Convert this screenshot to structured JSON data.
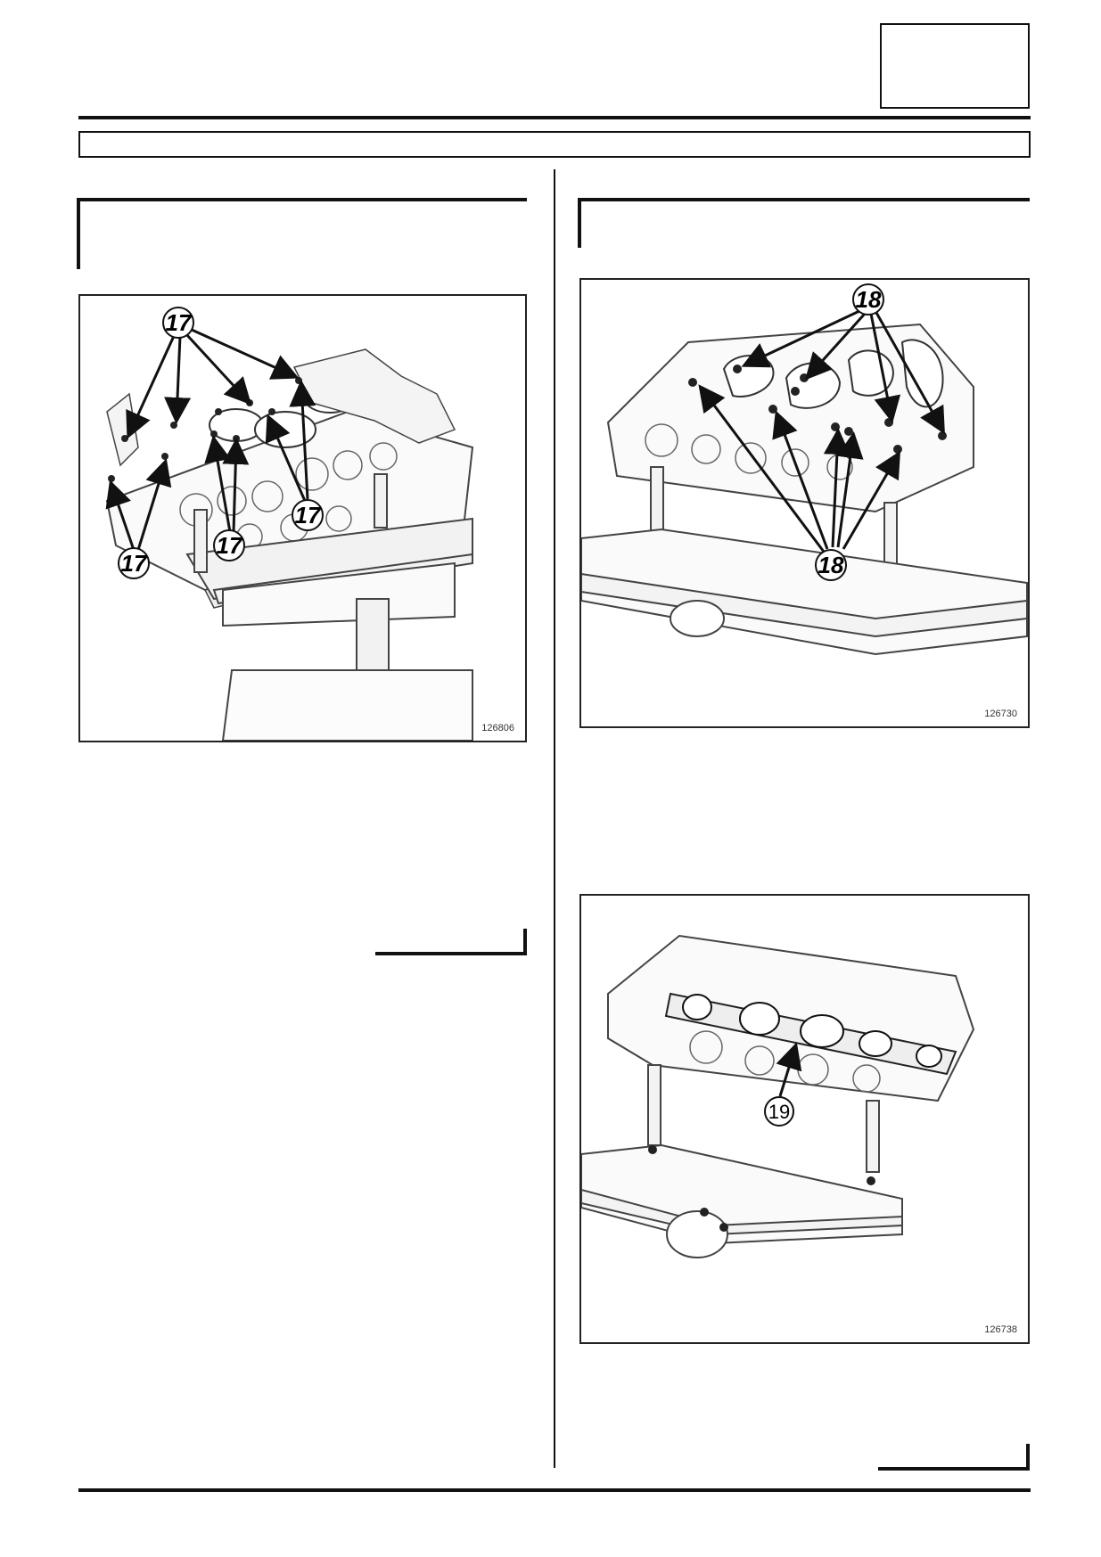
{
  "header": {
    "page_box_label": ""
  },
  "figures": [
    {
      "id": "fig-1",
      "number": "126806",
      "callouts": [
        "17",
        "17",
        "17",
        "17"
      ]
    },
    {
      "id": "fig-2",
      "number": "126730",
      "callouts": [
        "18",
        "18"
      ]
    },
    {
      "id": "fig-3",
      "number": "126738",
      "callouts": [
        "19"
      ]
    }
  ]
}
